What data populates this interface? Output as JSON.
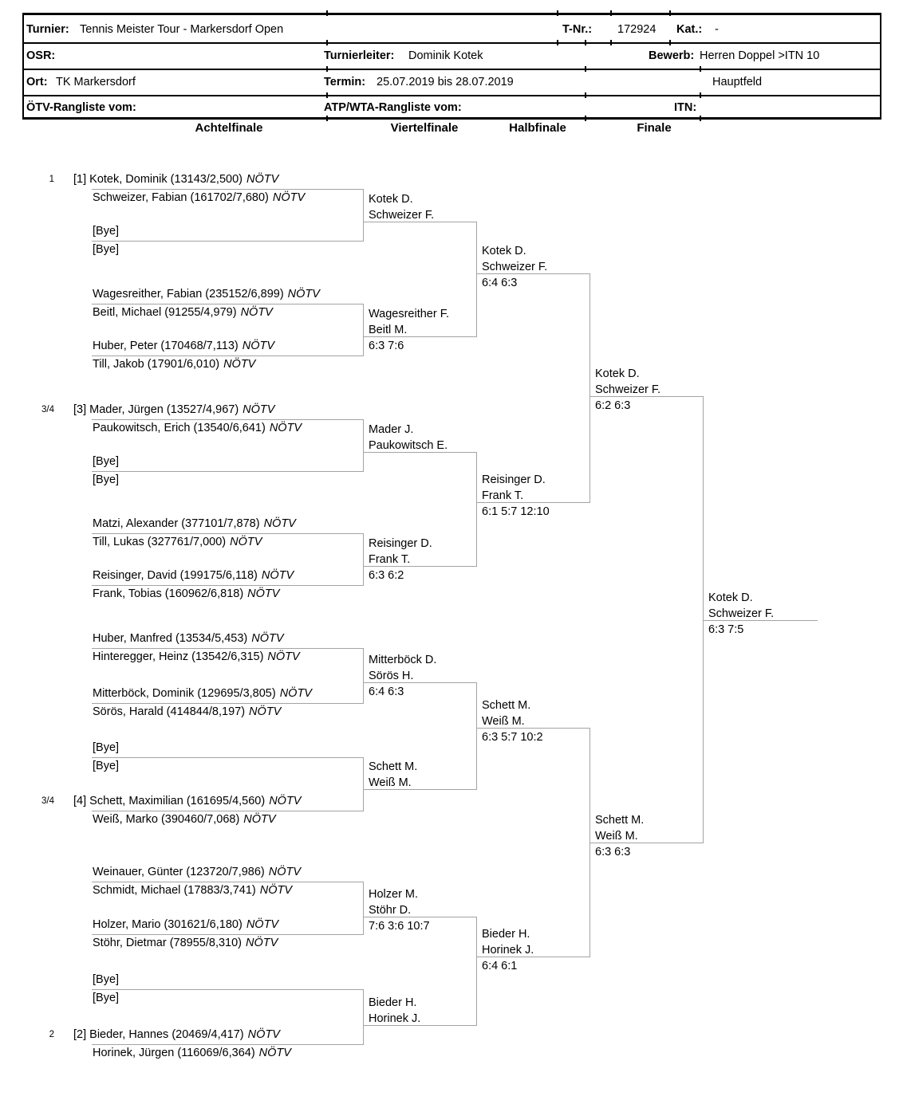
{
  "header": {
    "turnier_label": "Turnier:",
    "turnier": "Tennis Meister Tour - Markersdorf Open",
    "tnr_label": "T-Nr.:",
    "tnr": "172924",
    "kat_label": "Kat.:",
    "kat": "-",
    "osr_label": "OSR:",
    "turnierleiter_label": "Turnierleiter:",
    "turnierleiter": "Dominik Kotek",
    "bewerb_label": "Bewerb:",
    "bewerb": "Herren Doppel >ITN 10",
    "ort_label": "Ort:",
    "ort": "TK Markersdorf",
    "termin_label": "Termin:",
    "termin": "25.07.2019 bis 28.07.2019",
    "hauptfeld": "Hauptfeld",
    "oetv_label": "ÖTV-Rangliste vom:",
    "atp_label": "ATP/WTA-Rangliste vom:",
    "itn_label": "ITN:"
  },
  "rounds": {
    "r16": "Achtelfinale",
    "qf": "Viertelfinale",
    "sf": "Halbfinale",
    "f": "Finale"
  },
  "bracket": {
    "entries": [
      {
        "seed": "1",
        "p1": "[1] Kotek, Dominik (13143/2,500)",
        "p1_assoc": "NÖTV",
        "p2": "Schweizer, Fabian (161702/7,680)",
        "p2_assoc": "NÖTV"
      },
      {
        "seed": "",
        "p1": "[Bye]",
        "p1_assoc": "",
        "p2": "[Bye]",
        "p2_assoc": ""
      },
      {
        "seed": "",
        "p1": "Wagesreither, Fabian (235152/6,899)",
        "p1_assoc": "NÖTV",
        "p2": "Beitl, Michael (91255/4,979)",
        "p2_assoc": "NÖTV"
      },
      {
        "seed": "",
        "p1": "Huber, Peter (170468/7,113)",
        "p1_assoc": "NÖTV",
        "p2": "Till, Jakob (17901/6,010)",
        "p2_assoc": "NÖTV"
      },
      {
        "seed": "3/4",
        "p1": "[3] Mader, Jürgen (13527/4,967)",
        "p1_assoc": "NÖTV",
        "p2": "Paukowitsch, Erich (13540/6,641)",
        "p2_assoc": "NÖTV"
      },
      {
        "seed": "",
        "p1": "[Bye]",
        "p1_assoc": "",
        "p2": "[Bye]",
        "p2_assoc": ""
      },
      {
        "seed": "",
        "p1": "Matzi, Alexander (377101/7,878)",
        "p1_assoc": "NÖTV",
        "p2": "Till, Lukas (327761/7,000)",
        "p2_assoc": "NÖTV"
      },
      {
        "seed": "",
        "p1": "Reisinger, David (199175/6,118)",
        "p1_assoc": "NÖTV",
        "p2": "Frank, Tobias (160962/6,818)",
        "p2_assoc": "NÖTV"
      },
      {
        "seed": "",
        "p1": "Huber, Manfred (13534/5,453)",
        "p1_assoc": "NÖTV",
        "p2": "Hinteregger, Heinz (13542/6,315)",
        "p2_assoc": "NÖTV"
      },
      {
        "seed": "",
        "p1": "Mitterböck, Dominik (129695/3,805)",
        "p1_assoc": "NÖTV",
        "p2": "Sörös, Harald (414844/8,197)",
        "p2_assoc": "NÖTV"
      },
      {
        "seed": "",
        "p1": "[Bye]",
        "p1_assoc": "",
        "p2": "[Bye]",
        "p2_assoc": ""
      },
      {
        "seed": "3/4",
        "p1": "[4] Schett, Maximilian (161695/4,560)",
        "p1_assoc": "NÖTV",
        "p2": "Weiß, Marko (390460/7,068)",
        "p2_assoc": "NÖTV"
      },
      {
        "seed": "",
        "p1": "Weinauer, Günter (123720/7,986)",
        "p1_assoc": "NÖTV",
        "p2": "Schmidt, Michael (17883/3,741)",
        "p2_assoc": "NÖTV"
      },
      {
        "seed": "",
        "p1": "Holzer, Mario (301621/6,180)",
        "p1_assoc": "NÖTV",
        "p2": "Stöhr, Dietmar (78955/8,310)",
        "p2_assoc": "NÖTV"
      },
      {
        "seed": "",
        "p1": "[Bye]",
        "p1_assoc": "",
        "p2": "[Bye]",
        "p2_assoc": ""
      },
      {
        "seed": "2",
        "p1": "[2] Bieder, Hannes (20469/4,417)",
        "p1_assoc": "NÖTV",
        "p2": "Horinek, Jürgen (116069/6,364)",
        "p2_assoc": "NÖTV"
      }
    ],
    "quarterfinalists": [
      {
        "p1": "Kotek D.",
        "p2": "Schweizer F.",
        "score": ""
      },
      {
        "p1": "Wagesreither F.",
        "p2": "Beitl M.",
        "score": "6:3 7:6"
      },
      {
        "p1": "Mader J.",
        "p2": "Paukowitsch E.",
        "score": ""
      },
      {
        "p1": "Reisinger D.",
        "p2": "Frank T.",
        "score": "6:3 6:2"
      },
      {
        "p1": "Mitterböck D.",
        "p2": "Sörös H.",
        "score": "6:4 6:3"
      },
      {
        "p1": "Schett M.",
        "p2": "Weiß M.",
        "score": ""
      },
      {
        "p1": "Holzer M.",
        "p2": "Stöhr D.",
        "score": "7:6 3:6 10:7"
      },
      {
        "p1": "Bieder H.",
        "p2": "Horinek J.",
        "score": ""
      }
    ],
    "semifinalists": [
      {
        "p1": "Kotek D.",
        "p2": "Schweizer F.",
        "score": "6:4 6:3"
      },
      {
        "p1": "Reisinger D.",
        "p2": "Frank T.",
        "score": "6:1 5:7 12:10"
      },
      {
        "p1": "Schett M.",
        "p2": "Weiß M.",
        "score": "6:3 5:7 10:2"
      },
      {
        "p1": "Bieder H.",
        "p2": "Horinek J.",
        "score": "6:4 6:1"
      }
    ],
    "finalists": [
      {
        "p1": "Kotek D.",
        "p2": "Schweizer F.",
        "score": "6:2 6:3"
      },
      {
        "p1": "Schett M.",
        "p2": "Weiß M.",
        "score": "6:3 6:3"
      }
    ],
    "champion": {
      "p1": "Kotek D.",
      "p2": "Schweizer F.",
      "score": "6:3 7:5"
    }
  }
}
